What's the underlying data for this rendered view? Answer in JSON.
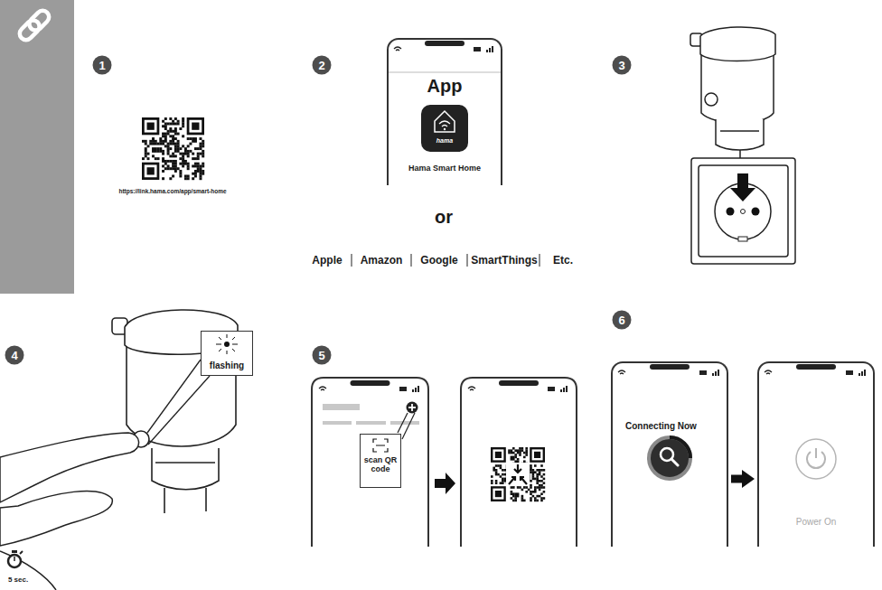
{
  "diagram": {
    "nodes": [
      {
        "text": [
          "App",
          "Hama Smart Home"
        ]
      },
      {
        "text": [
          "hama"
        ],
        "in": 0
      },
      {
        "text": [
          "flashing"
        ]
      },
      {
        "text": [
          "scan QR code"
        ]
      },
      {
        "text": [
          "Connecting Now"
        ]
      },
      {
        "text": [
          "Power On"
        ]
      }
    ],
    "edges": [
      {
        "from": 4,
        "to": 5,
        "arrow": "to"
      }
    ],
    "labels": [
      "1",
      "https://link.hama.com/app/smart-home",
      "2",
      "or",
      "Apple",
      "Amazon",
      "Google",
      "SmartThings",
      "Etc.",
      "3",
      "4",
      "5 sec.",
      "5",
      "6"
    ]
  }
}
